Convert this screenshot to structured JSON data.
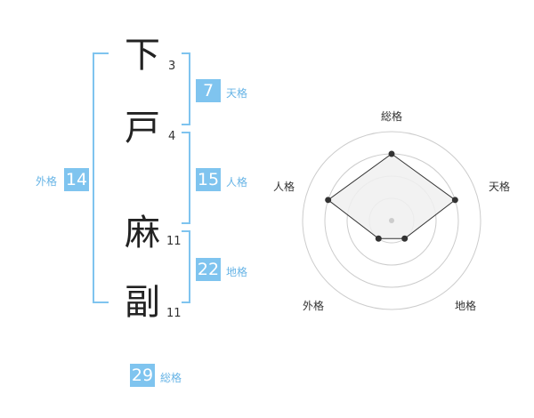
{
  "name": {
    "characters": [
      {
        "char": "下",
        "strokes": "3"
      },
      {
        "char": "戸",
        "strokes": "4"
      },
      {
        "char": "麻",
        "strokes": "11"
      },
      {
        "char": "副",
        "strokes": "11"
      }
    ]
  },
  "fortune": {
    "tenkaku": {
      "value": "7",
      "label": "天格"
    },
    "jinkaku": {
      "value": "15",
      "label": "人格"
    },
    "chikaku": {
      "value": "22",
      "label": "地格"
    },
    "gaikaku": {
      "value": "14",
      "label": "外格"
    },
    "soukaku": {
      "value": "29",
      "label": "総格"
    }
  },
  "radar": {
    "axes": [
      "総格",
      "天格",
      "地格",
      "外格",
      "人格"
    ],
    "values": [
      0.75,
      0.75,
      0.25,
      0.25,
      0.75
    ],
    "colors": {
      "accent": "#7fc4ef",
      "ring": "#cccccc",
      "fill": "#f0f0f0",
      "line": "#333333"
    }
  }
}
